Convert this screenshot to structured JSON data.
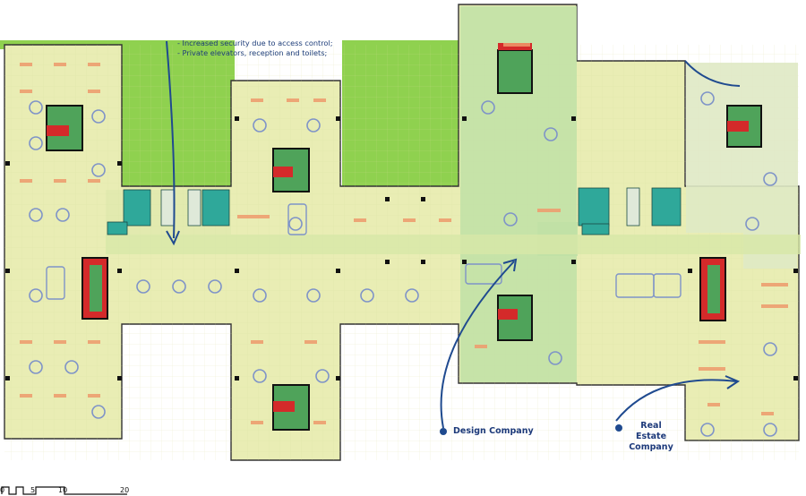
{
  "annotations": {
    "security_lines": [
      "- Increased security due to access control;",
      "- Private elevators, reception and toilets;"
    ],
    "design_company": "Design Company",
    "real_estate_company": [
      "Real Estate",
      "Company"
    ]
  },
  "scale_bar": {
    "ticks": [
      "0",
      "5",
      "10",
      "20"
    ]
  },
  "colors": {
    "floor_fill": "#e9edb4",
    "green_courtyard": "#8fd14f",
    "design_zone": "#bfe0a6",
    "real_estate_zone": "#dfe9c4",
    "core_teal": "#2fa89a",
    "core_red": "#d42a2a",
    "furniture_blue": "#7e93c8",
    "furniture_orange": "#ee9a6c",
    "annotation_blue": "#1f3f7a"
  },
  "icons": [
    "stair-core-icon",
    "elevator-icon",
    "arrow-pointer-icon",
    "bullet-dot-icon"
  ]
}
